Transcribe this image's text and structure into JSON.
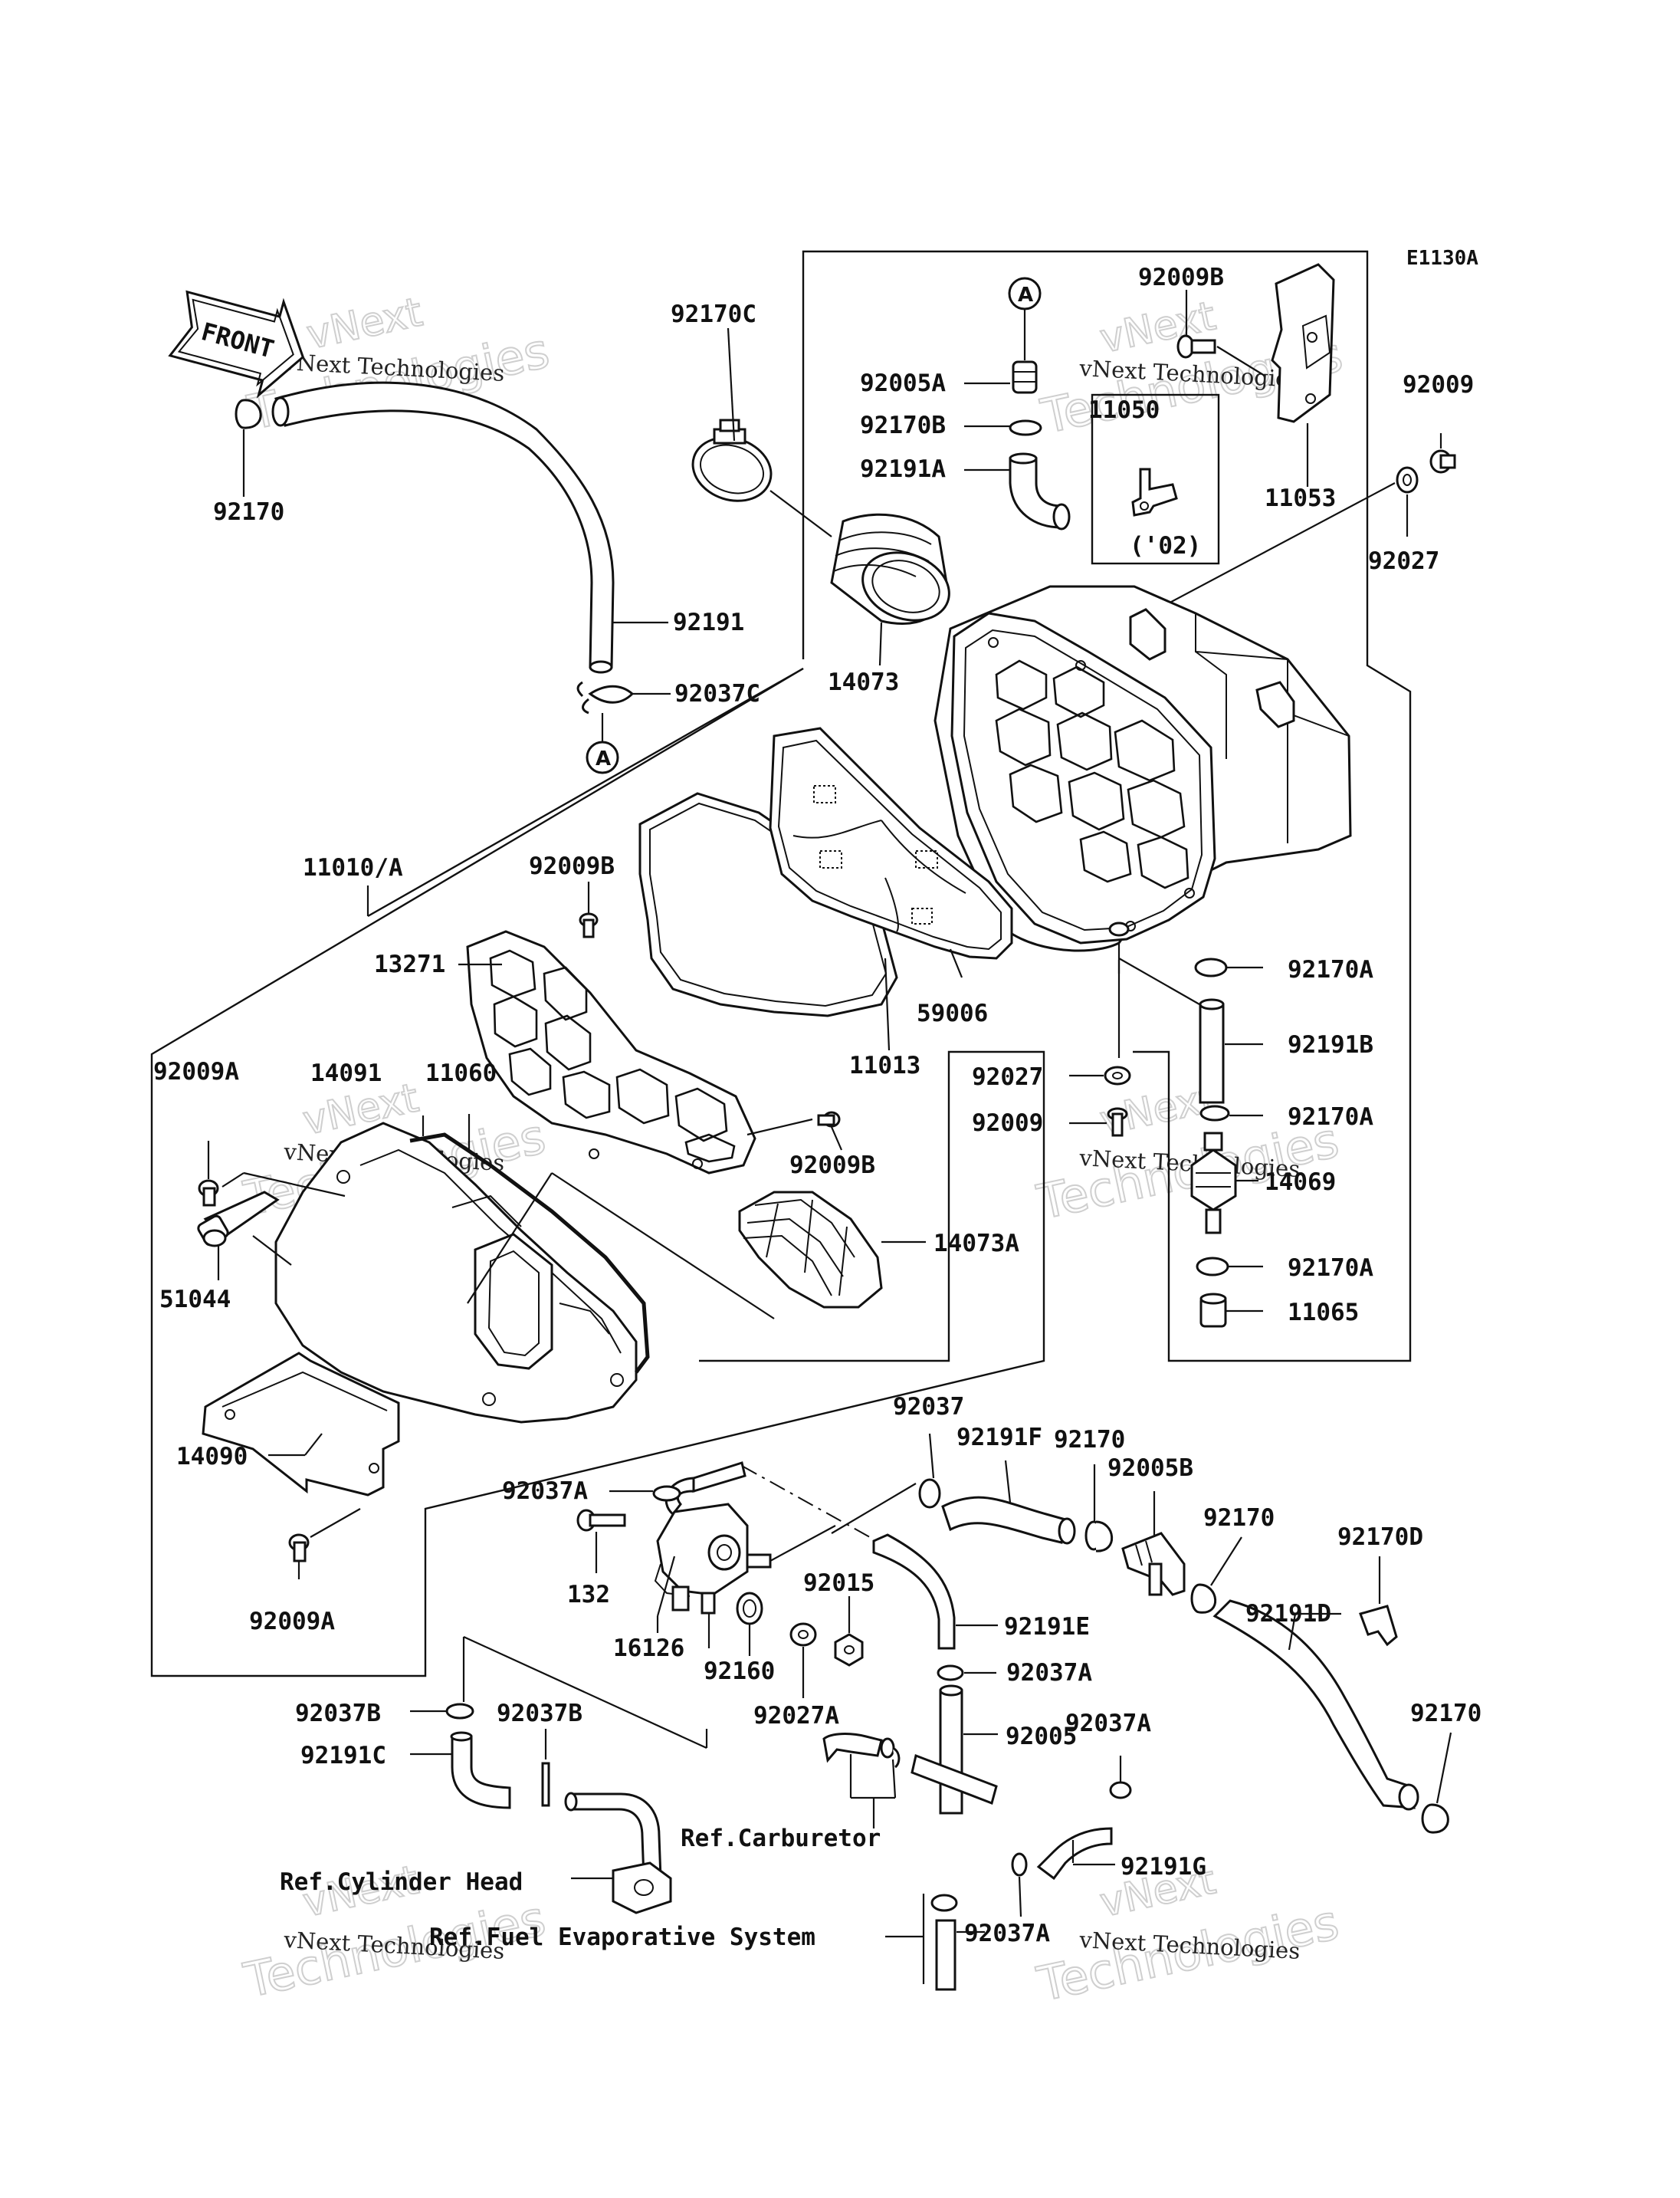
{
  "diagram_code": "E1130A",
  "front_arrow": {
    "text": "FRONT"
  },
  "refs": {
    "carburetor": "Ref.Carburetor",
    "cylinder_head": "Ref.Cylinder Head",
    "fuel_evap": "Ref.Fuel Evaporative System"
  },
  "callouts": {
    "a_top": "A",
    "a_left": "A"
  },
  "parts": {
    "p92009B_top": "92009B",
    "p92009_right": "92009",
    "p92170C": "92170C",
    "p92005A": "92005A",
    "p92170B": "92170B",
    "p92191A": "92191A",
    "p11050": "11050",
    "p02": "('02)",
    "p11053": "11053",
    "p92027_right": "92027",
    "p92170_top": "92170",
    "p92191": "92191",
    "p92037C": "92037C",
    "p14073": "14073",
    "p11010A": "11010/A",
    "p92009B_mid": "92009B",
    "p13271": "13271",
    "p59006": "59006",
    "p92170A_1": "92170A",
    "p92191B": "92191B",
    "p92009A_left": "92009A",
    "p14091": "14091",
    "p11060": "11060",
    "p11013": "11013",
    "p92027_mid": "92027",
    "p92009_mid": "92009",
    "p92170A_2": "92170A",
    "p14069": "14069",
    "p92009B_low": "92009B",
    "p51044": "51044",
    "p14073A": "14073A",
    "p92170A_3": "92170A",
    "p11065": "11065",
    "p92037_top": "92037",
    "p92191F": "92191F",
    "p92170_mid": "92170",
    "p92005B": "92005B",
    "p92170_r2": "92170",
    "p92170D": "92170D",
    "p14090": "14090",
    "p92037A_1": "92037A",
    "p132": "132",
    "p92015": "92015",
    "p92191E": "92191E",
    "p92191D": "92191D",
    "p16126": "16126",
    "p92037A_2": "92037A",
    "p92009A_low": "92009A",
    "p92160": "92160",
    "p92037B_1": "92037B",
    "p92037B_2": "92037B",
    "p92027A": "92027A",
    "p92037A_3": "92037A",
    "p92170_low": "92170",
    "p92191C": "92191C",
    "p92005": "92005",
    "p92191G": "92191G",
    "p92037A_4": "92037A"
  },
  "watermark": {
    "line1": "vNext Technologies",
    "big1": "vNext",
    "big2": "Technologies"
  }
}
